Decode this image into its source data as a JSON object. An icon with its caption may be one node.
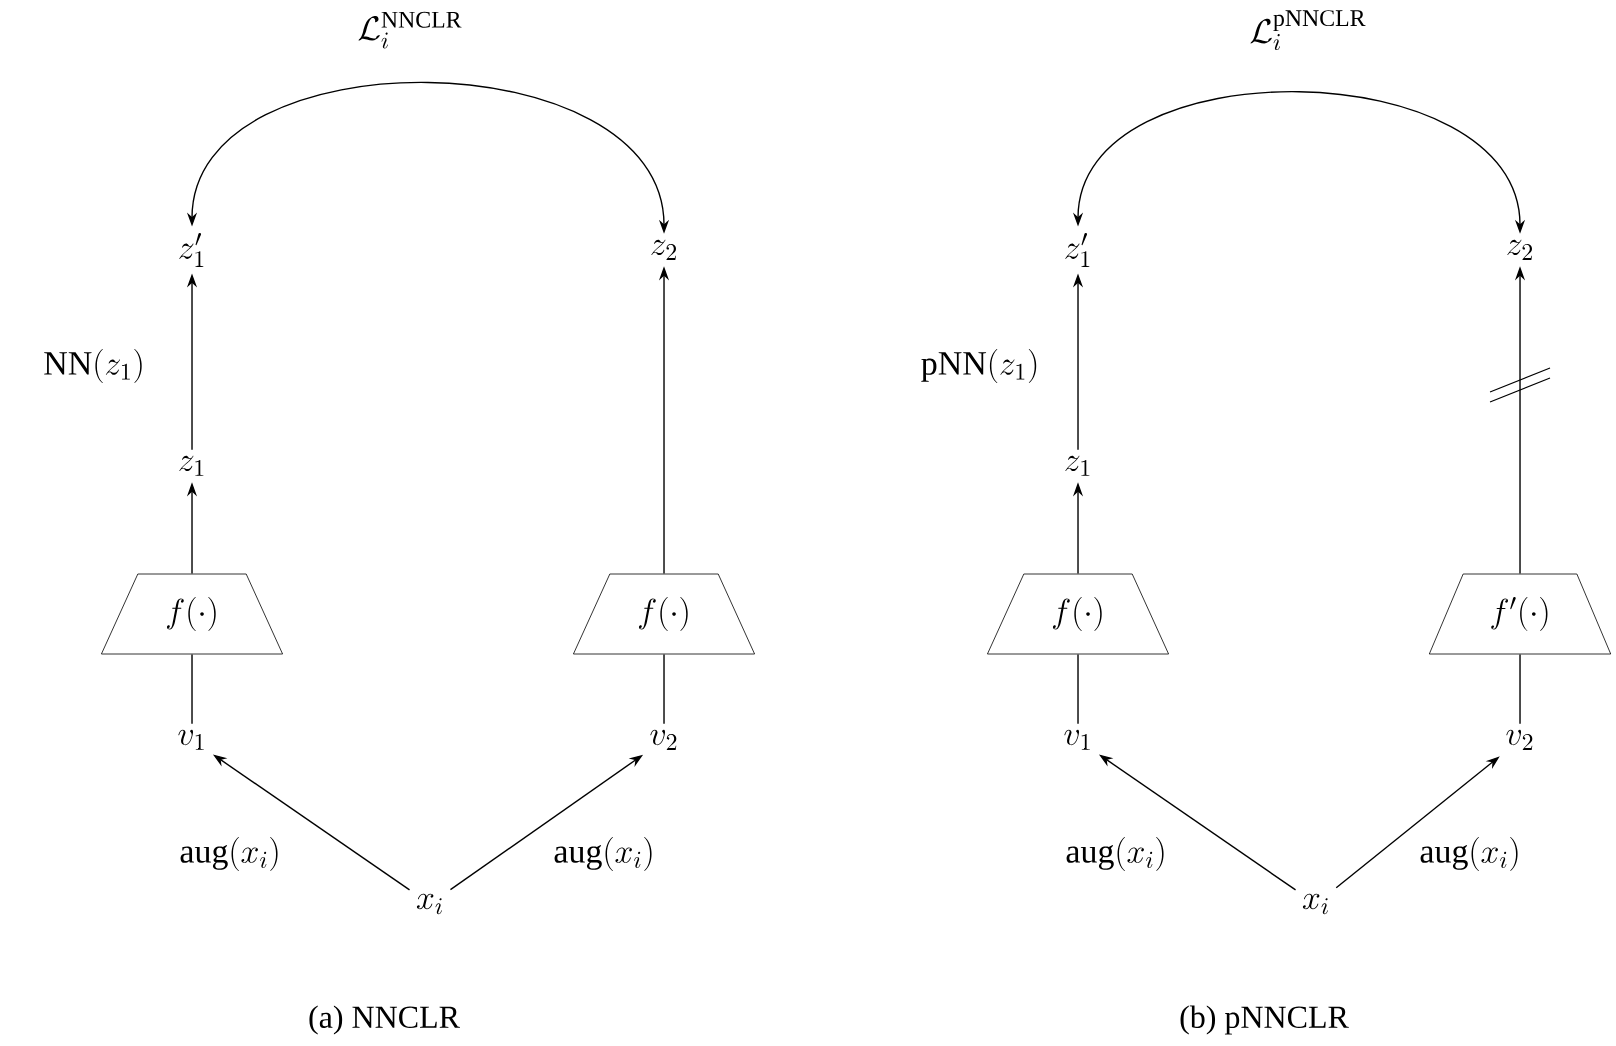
{
  "diagram": {
    "nodes": [
      {
        "text": [
          "z_1'"
        ]
      },
      {
        "text": [
          "z_2"
        ]
      },
      {
        "text": [
          "z_1"
        ]
      },
      {
        "text": [
          "f(\\cdot)"
        ]
      },
      {
        "text": [
          "f(\\cdot)"
        ]
      },
      {
        "text": [
          "v_1"
        ]
      },
      {
        "text": [
          "v_2"
        ]
      },
      {
        "text": [
          "x_i"
        ]
      },
      {
        "text": [
          "z_1'"
        ]
      },
      {
        "text": [
          "z_2"
        ]
      },
      {
        "text": [
          "z_1"
        ]
      },
      {
        "text": [
          "f(\\cdot)"
        ]
      },
      {
        "text": [
          "f'(\\cdot)"
        ]
      },
      {
        "text": [
          "v_1"
        ]
      },
      {
        "text": [
          "v_2"
        ]
      },
      {
        "text": [
          "x_i"
        ]
      }
    ],
    "edges": [
      {
        "from": 7,
        "to": 5,
        "arrow": "to",
        "label": "\\mathrm{aug}(x_i)"
      },
      {
        "from": 7,
        "to": 6,
        "arrow": "to",
        "label": "\\mathrm{aug}(x_i)"
      },
      {
        "from": 5,
        "to": 3,
        "arrow": "none"
      },
      {
        "from": 6,
        "to": 4,
        "arrow": "none"
      },
      {
        "from": 3,
        "to": 2,
        "arrow": "to"
      },
      {
        "from": 2,
        "to": 0,
        "arrow": "to",
        "label": "\\mathrm{NN}(z_1)"
      },
      {
        "from": 4,
        "to": 1,
        "arrow": "to"
      },
      {
        "from": 0,
        "to": 1,
        "arrow": "both",
        "label": "\\mathcal{L}_i^{\\mathrm{NNCLR}}"
      },
      {
        "from": 15,
        "to": 13,
        "arrow": "to",
        "label": "\\mathrm{aug}(x_i)"
      },
      {
        "from": 15,
        "to": 14,
        "arrow": "to",
        "label": "\\mathrm{aug}(x_i)"
      },
      {
        "from": 13,
        "to": 11,
        "arrow": "none"
      },
      {
        "from": 14,
        "to": 12,
        "arrow": "none"
      },
      {
        "from": 11,
        "to": 10,
        "arrow": "to"
      },
      {
        "from": 10,
        "to": 8,
        "arrow": "to",
        "label": "\\mathrm{pNN}(z_1)"
      },
      {
        "from": 12,
        "to": 9,
        "arrow": "to"
      },
      {
        "from": 8,
        "to": 9,
        "arrow": "both",
        "label": "\\mathcal{L}_i^{\\mathrm{pNNCLR}}"
      }
    ],
    "labels": [
      "(a) NNCLR",
      "(b) pNNCLR"
    ]
  }
}
